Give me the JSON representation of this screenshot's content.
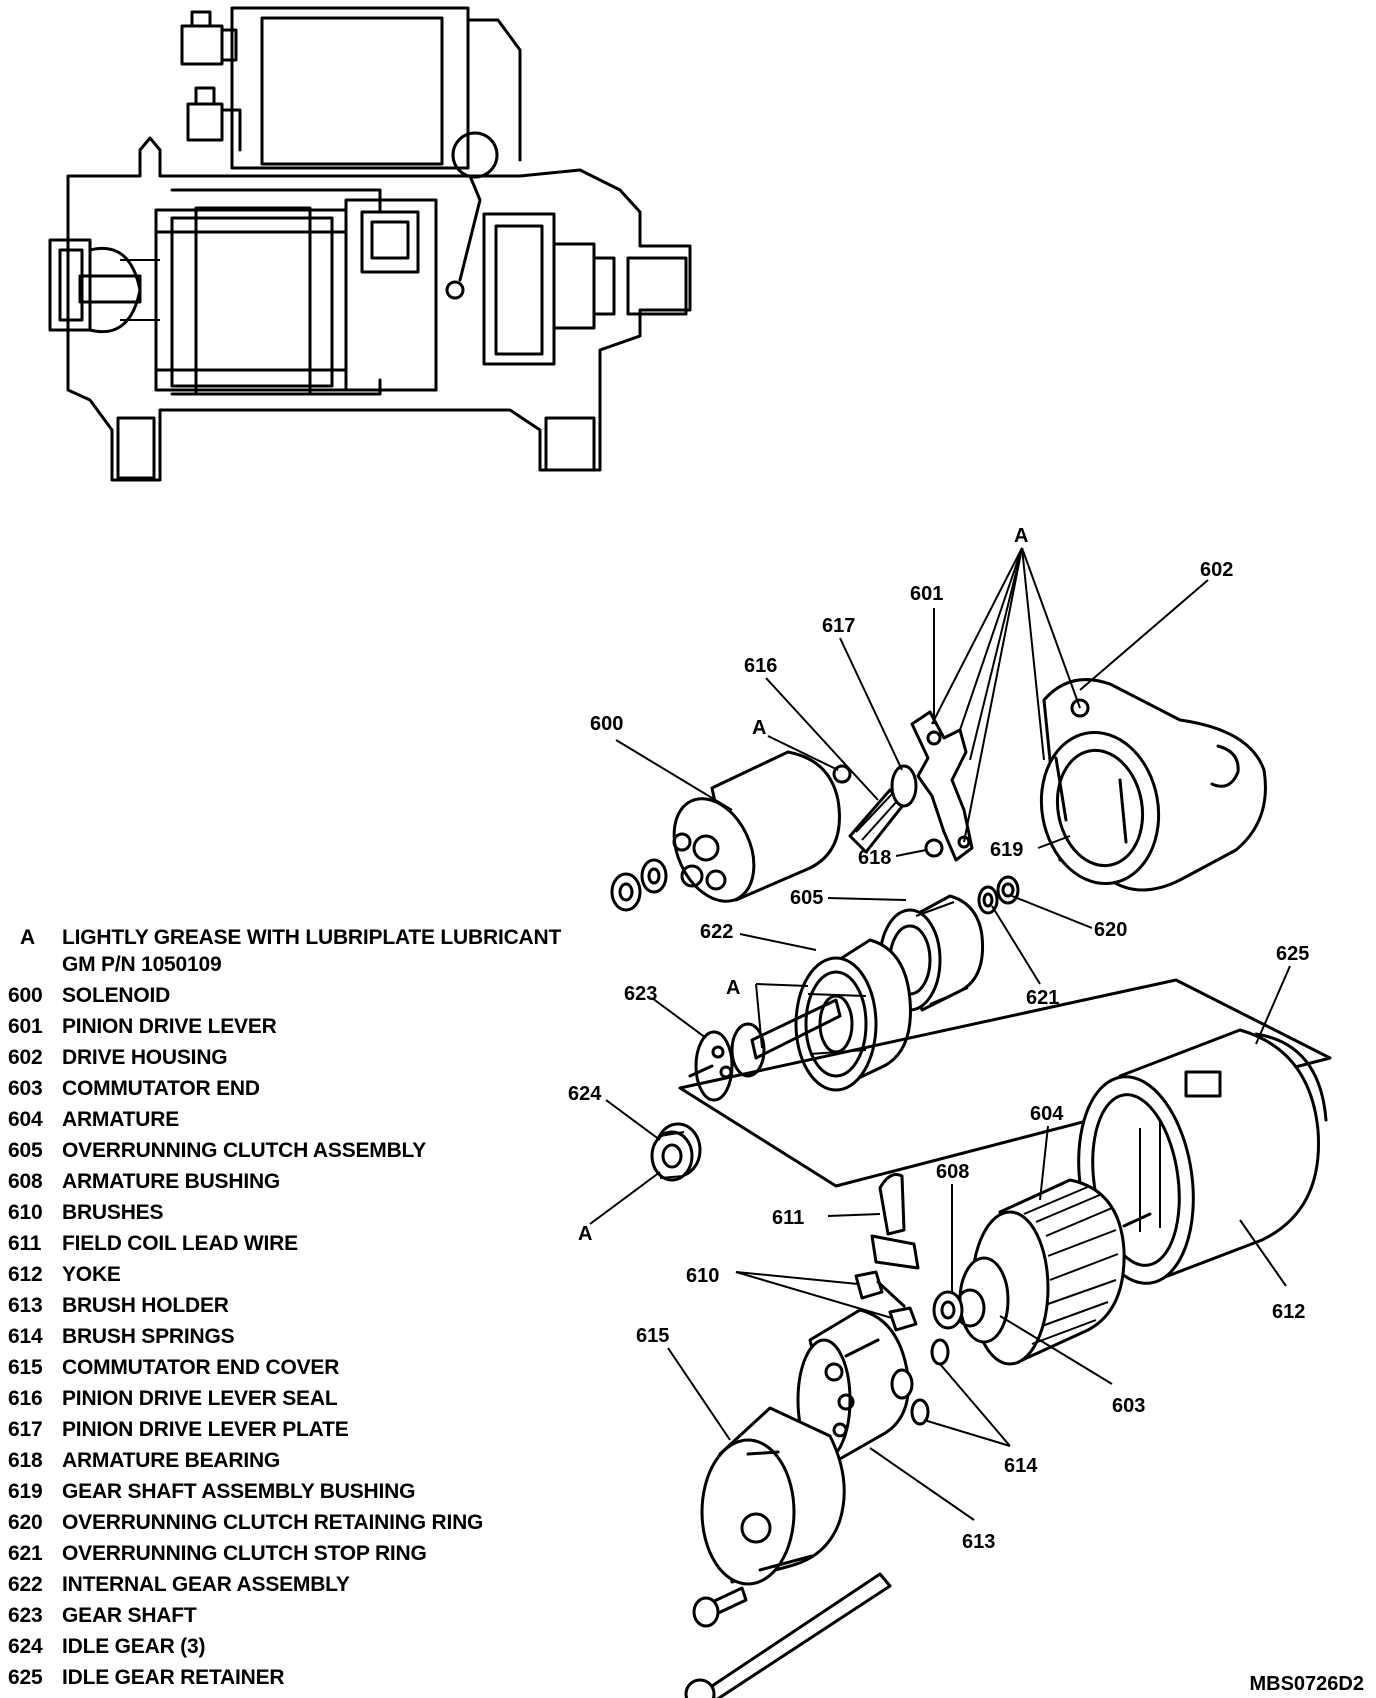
{
  "legend": [
    {
      "key": "A",
      "description": "LIGHTLY GREASE WITH LUBRIPLATE LUBRICANT\nGM P/N 1050109"
    },
    {
      "key": "600",
      "description": "SOLENOID"
    },
    {
      "key": "601",
      "description": "PINION DRIVE LEVER"
    },
    {
      "key": "602",
      "description": "DRIVE HOUSING"
    },
    {
      "key": "603",
      "description": "COMMUTATOR END"
    },
    {
      "key": "604",
      "description": "ARMATURE"
    },
    {
      "key": "605",
      "description": "OVERRUNNING CLUTCH ASSEMBLY"
    },
    {
      "key": "608",
      "description": "ARMATURE BUSHING"
    },
    {
      "key": "610",
      "description": "BRUSHES"
    },
    {
      "key": "611",
      "description": "FIELD COIL LEAD WIRE"
    },
    {
      "key": "612",
      "description": "YOKE"
    },
    {
      "key": "613",
      "description": "BRUSH HOLDER"
    },
    {
      "key": "614",
      "description": "BRUSH SPRINGS"
    },
    {
      "key": "615",
      "description": "COMMUTATOR END COVER"
    },
    {
      "key": "616",
      "description": "PINION DRIVE LEVER SEAL"
    },
    {
      "key": "617",
      "description": "PINION DRIVE LEVER PLATE"
    },
    {
      "key": "618",
      "description": "ARMATURE BEARING"
    },
    {
      "key": "619",
      "description": "GEAR SHAFT ASSEMBLY BUSHING"
    },
    {
      "key": "620",
      "description": "OVERRUNNING CLUTCH RETAINING RING"
    },
    {
      "key": "621",
      "description": "OVERRUNNING CLUTCH STOP RING"
    },
    {
      "key": "622",
      "description": "INTERNAL GEAR ASSEMBLY"
    },
    {
      "key": "623",
      "description": "GEAR SHAFT"
    },
    {
      "key": "624",
      "description": "IDLE GEAR (3)"
    },
    {
      "key": "625",
      "description": "IDLE GEAR RETAINER"
    }
  ],
  "callouts": {
    "a_top": "A",
    "c602": "602",
    "c601": "601",
    "c617": "617",
    "c616": "616",
    "c600": "600",
    "a_600": "A",
    "c618": "618",
    "c619": "619",
    "c605": "605",
    "c620": "620",
    "c622": "622",
    "c621": "621",
    "c625": "625",
    "c623": "623",
    "a_623": "A",
    "c624": "624",
    "a_624": "A",
    "c604": "604",
    "c608": "608",
    "c611": "611",
    "c612": "612",
    "c610": "610",
    "c603": "603",
    "c615": "615",
    "c614": "614",
    "c613": "613"
  },
  "drawing_id": "MBS0726D2"
}
